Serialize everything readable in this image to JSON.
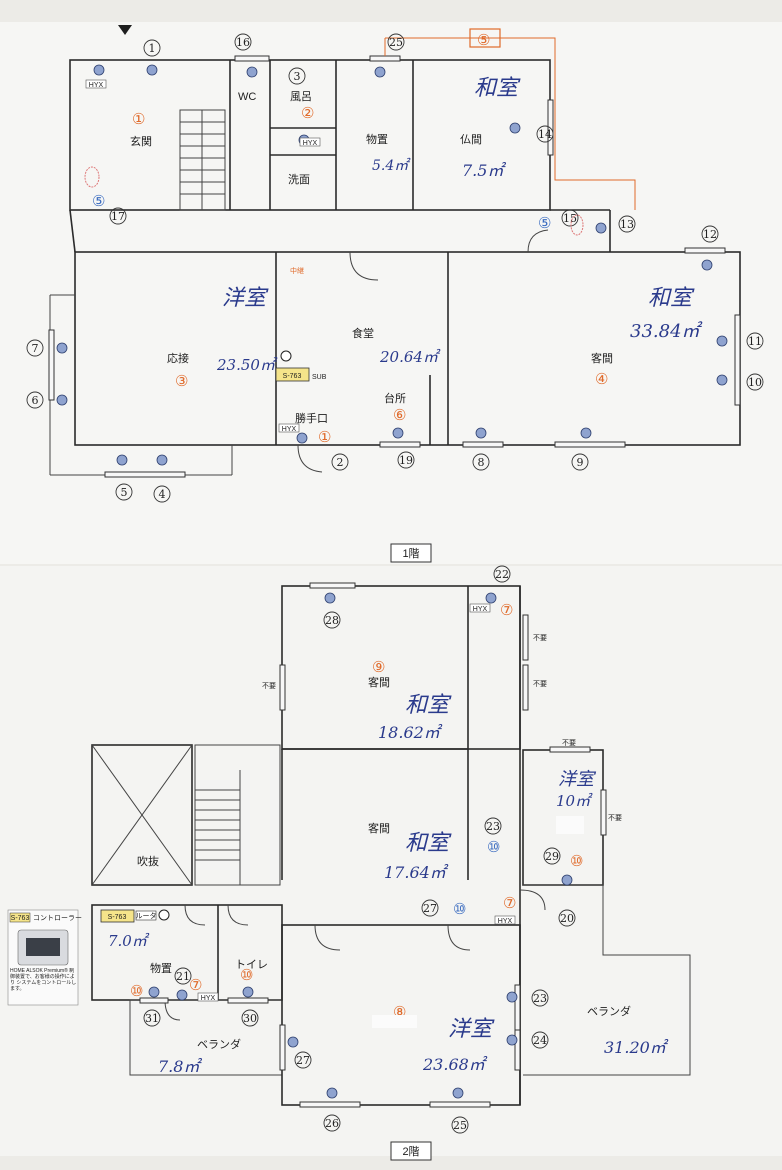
{
  "floors": [
    {
      "caption": "1階"
    },
    {
      "caption": "2階"
    }
  ],
  "rooms": [
    {
      "name": "玄関"
    },
    {
      "name": "WC"
    },
    {
      "name": "風呂"
    },
    {
      "name": "洗面"
    },
    {
      "name": "物置"
    },
    {
      "name": "仏間"
    },
    {
      "name": "応接"
    },
    {
      "name": "食堂"
    },
    {
      "name": "台所"
    },
    {
      "name": "勝手口"
    },
    {
      "name": "客間"
    },
    {
      "name": "中継"
    },
    {
      "name": "客間"
    },
    {
      "name": "客間"
    },
    {
      "name": "吹抜"
    },
    {
      "name": "物置"
    },
    {
      "name": "トイレ"
    },
    {
      "name": "ベランダ"
    },
    {
      "name": "ベランダ"
    }
  ],
  "handwriting": [
    {
      "text": "和室"
    },
    {
      "text": "洋室"
    },
    {
      "text": "和室"
    },
    {
      "text": "5.4㎡"
    },
    {
      "text": "7.5㎡"
    },
    {
      "text": "23.50㎡"
    },
    {
      "text": "20.64㎡"
    },
    {
      "text": "33.84㎡"
    },
    {
      "text": "和室"
    },
    {
      "text": "18.62㎡"
    },
    {
      "text": "和室"
    },
    {
      "text": "17.64㎡"
    },
    {
      "text": "洋室"
    },
    {
      "text": "10㎡"
    },
    {
      "text": "7.0㎡"
    },
    {
      "text": "7.8㎡"
    },
    {
      "text": "洋室"
    },
    {
      "text": "23.68㎡"
    },
    {
      "text": "31.20㎡"
    }
  ],
  "circled_handwritten_numbers": [
    "1",
    "16",
    "25",
    "3",
    "14",
    "15",
    "13",
    "12",
    "17",
    "7",
    "6",
    "11",
    "10",
    "5",
    "4",
    "2",
    "19",
    "8",
    "9",
    "22",
    "28",
    "23",
    "29",
    "27",
    "20",
    "21",
    "31",
    "30",
    "26",
    "25",
    "24",
    "27",
    "23"
  ],
  "zone_markers_orange": [
    "①",
    "②",
    "③",
    "④",
    "⑤",
    "⑥",
    "①",
    "⑦",
    "⑨",
    "⑩",
    "⑦",
    "⑩",
    "⑩",
    "⑧",
    "⑦"
  ],
  "zone_markers_blue": [
    "⑤",
    "⑤",
    "⑩",
    "⑩"
  ],
  "tags": {
    "hyx": "HYX",
    "s763": "S-763",
    "sub": "SUB",
    "router": "ルータ"
  },
  "unneeded_note": "不要",
  "controller": {
    "label": "S-763",
    "title": "コントローラー",
    "desc": "HOME ALSOK Premium® 制御装置で、お客様の操作により システムをコントロールします。"
  },
  "colors": {
    "orange": "#e06a2a",
    "blue": "#3b6cc0",
    "ink": "#2a3a8c",
    "sensor": "#8fa3cf"
  }
}
